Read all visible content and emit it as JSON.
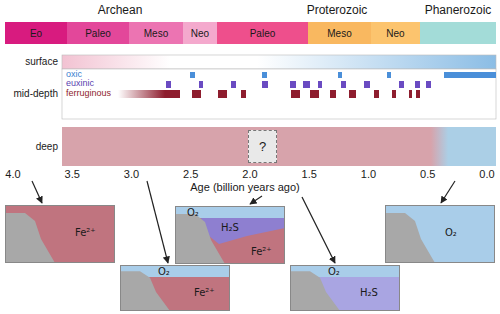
{
  "diagram": {
    "nodes": [
      {
        "text": [
          "Eo"
        ]
      },
      {
        "text": [
          "Paleo"
        ]
      },
      {
        "text": [
          "Meso"
        ]
      },
      {
        "text": [
          "Neo"
        ]
      },
      {
        "text": [
          "Paleo"
        ]
      },
      {
        "text": [
          "Meso"
        ]
      },
      {
        "text": [
          "Neo"
        ]
      },
      {
        "text": [
          "?"
        ]
      },
      {
        "text": [
          "Fe²⁺"
        ]
      },
      {
        "text": [
          "O₂",
          "H₂S",
          "Fe²⁺"
        ]
      },
      {
        "text": [
          "O₂"
        ]
      },
      {
        "text": [
          "O₂",
          "Fe²⁺"
        ]
      },
      {
        "text": [
          "O₂",
          "H₂S"
        ]
      }
    ],
    "labels": [
      "Archean",
      "Proterozoic",
      "Phanerozoic",
      "surface",
      "mid-depth",
      "deep",
      "oxic",
      "euxinic",
      "ferruginous",
      "4.0",
      "3.5",
      "3.0",
      "2.5",
      "2.0",
      "1.5",
      "1.0",
      "0.5",
      "0.0",
      "Age (billion years ago)"
    ]
  }
}
